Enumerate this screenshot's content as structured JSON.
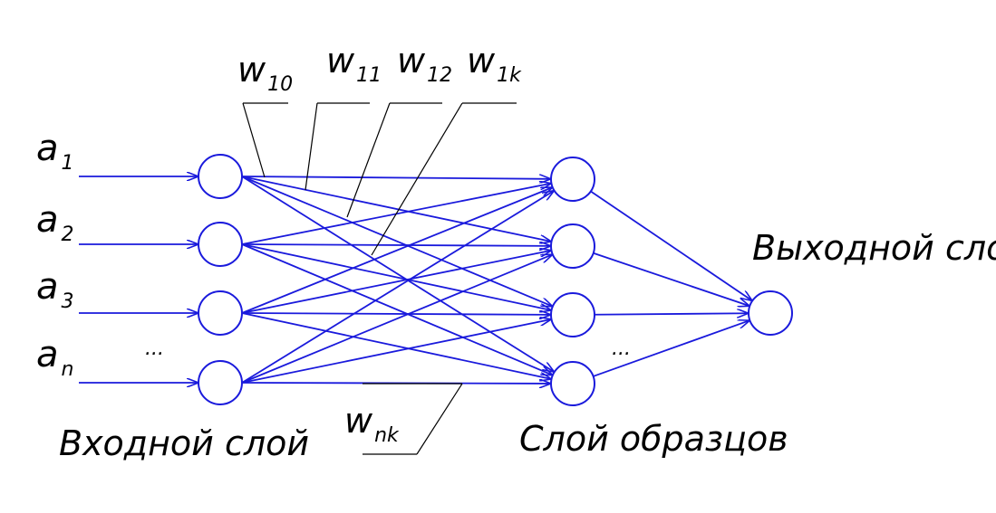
{
  "colors": {
    "edge": "#1a1adc",
    "text": "#000000",
    "background": "#ffffff"
  },
  "inputs": [
    {
      "base": "a",
      "sub": "1"
    },
    {
      "base": "a",
      "sub": "2"
    },
    {
      "base": "a",
      "sub": "3"
    },
    {
      "base": "a",
      "sub": "n"
    }
  ],
  "weights": [
    {
      "base": "w",
      "sub": "10"
    },
    {
      "base": "w",
      "sub": "11"
    },
    {
      "base": "w",
      "sub": "12"
    },
    {
      "base": "w",
      "sub": "1k"
    },
    {
      "base": "w",
      "sub": "nk"
    }
  ],
  "ellipsis": "...",
  "captions": {
    "input_layer": "Входной слой",
    "pattern_layer": "Слой образцов",
    "output_layer": "Выходной слой"
  },
  "layers": {
    "input_nodes": 4,
    "pattern_nodes": 4,
    "output_nodes": 1
  }
}
